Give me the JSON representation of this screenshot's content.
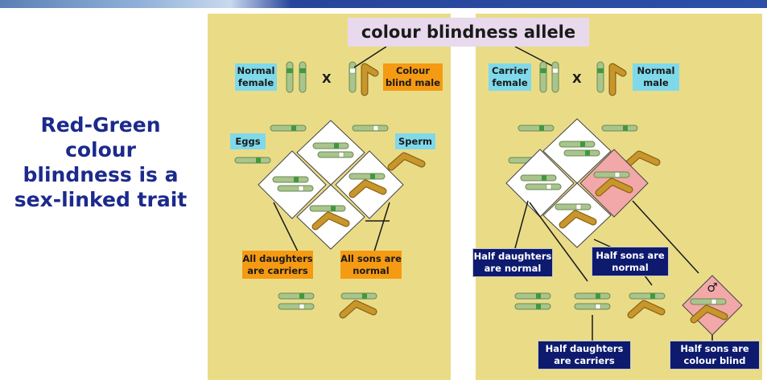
{
  "heading": [
    "Red-Green",
    "colour",
    "blindness is a",
    "sex-linked trait"
  ],
  "allele_label": "colour blindness allele",
  "cross_symbol": "X",
  "male_symbol": "♂",
  "left": {
    "parent_female": "Normal female",
    "parent_male": "Colour blind male",
    "eggs": "Eggs",
    "sperm": "Sperm",
    "daughters": "All daughters are carriers",
    "sons": "All sons are normal"
  },
  "right": {
    "parent_female": "Carrier female",
    "parent_male": "Normal male",
    "daughters_normal": "Half daughters are normal",
    "sons_normal": "Half sons are normal",
    "daughters_carriers": "Half daughters are carriers",
    "sons_colour_blind": "Half sons are colour blind"
  },
  "colors": {
    "panel": "#eadc87",
    "label_cyan": "#7fd9ea",
    "label_orange": "#f59a13",
    "label_navy": "#0d1a6e",
    "x_chromosome": "#a9c48c",
    "normal_allele": "#3d9a3d",
    "colour_blind_allele": "#ffffff",
    "y_chromosome": "#c8962a",
    "affected_cell": "#f2a8a8",
    "heading": "#1c2a8c"
  }
}
